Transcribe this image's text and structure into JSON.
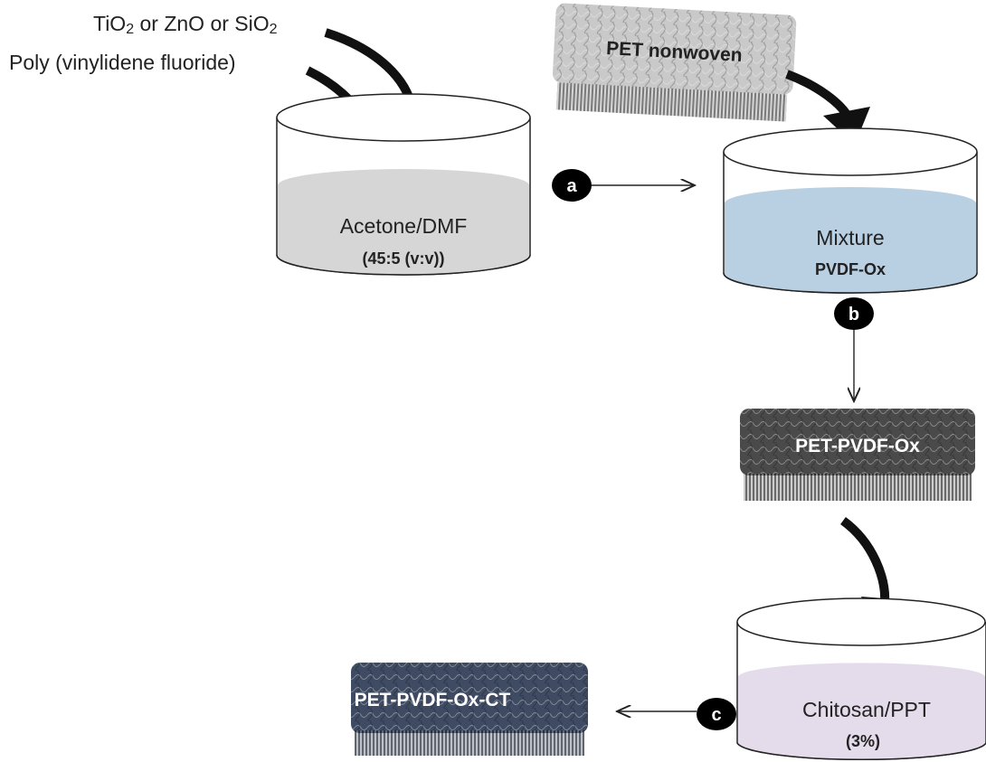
{
  "inputs": {
    "oxides": {
      "parts": [
        "TiO",
        "2",
        " or ZnO or SiO",
        "2"
      ]
    },
    "polymer": "Poly (vinylidene fluoride)"
  },
  "vessel_solvent": {
    "label": "Acetone/DMF",
    "sublabel": "(45:5 (v:v))",
    "liquid_color": "#d6d6d6"
  },
  "vessel_mixture": {
    "label": "Mixture",
    "sublabel": "PVDF-Ox",
    "liquid_color": "#b9cfe2"
  },
  "vessel_chitosan": {
    "label": "Chitosan/PPT",
    "sublabel": "(3%)",
    "liquid_color": "#e4dcea"
  },
  "sheets": {
    "pet_nonwoven": {
      "label": "PET nonwoven",
      "color": "#c9c9c9",
      "text_color": "#222222"
    },
    "pet_pvdf_ox": {
      "label": "PET-PVDF-Ox",
      "color": "#4a4a4a",
      "text_color": "#ffffff"
    },
    "pet_pvdf_ox_ct": {
      "label": "PET-PVDF-Ox-CT",
      "color": "#3e4b63",
      "text_color": "#ffffff"
    }
  },
  "steps": {
    "a": "a",
    "b": "b",
    "c": "c"
  }
}
